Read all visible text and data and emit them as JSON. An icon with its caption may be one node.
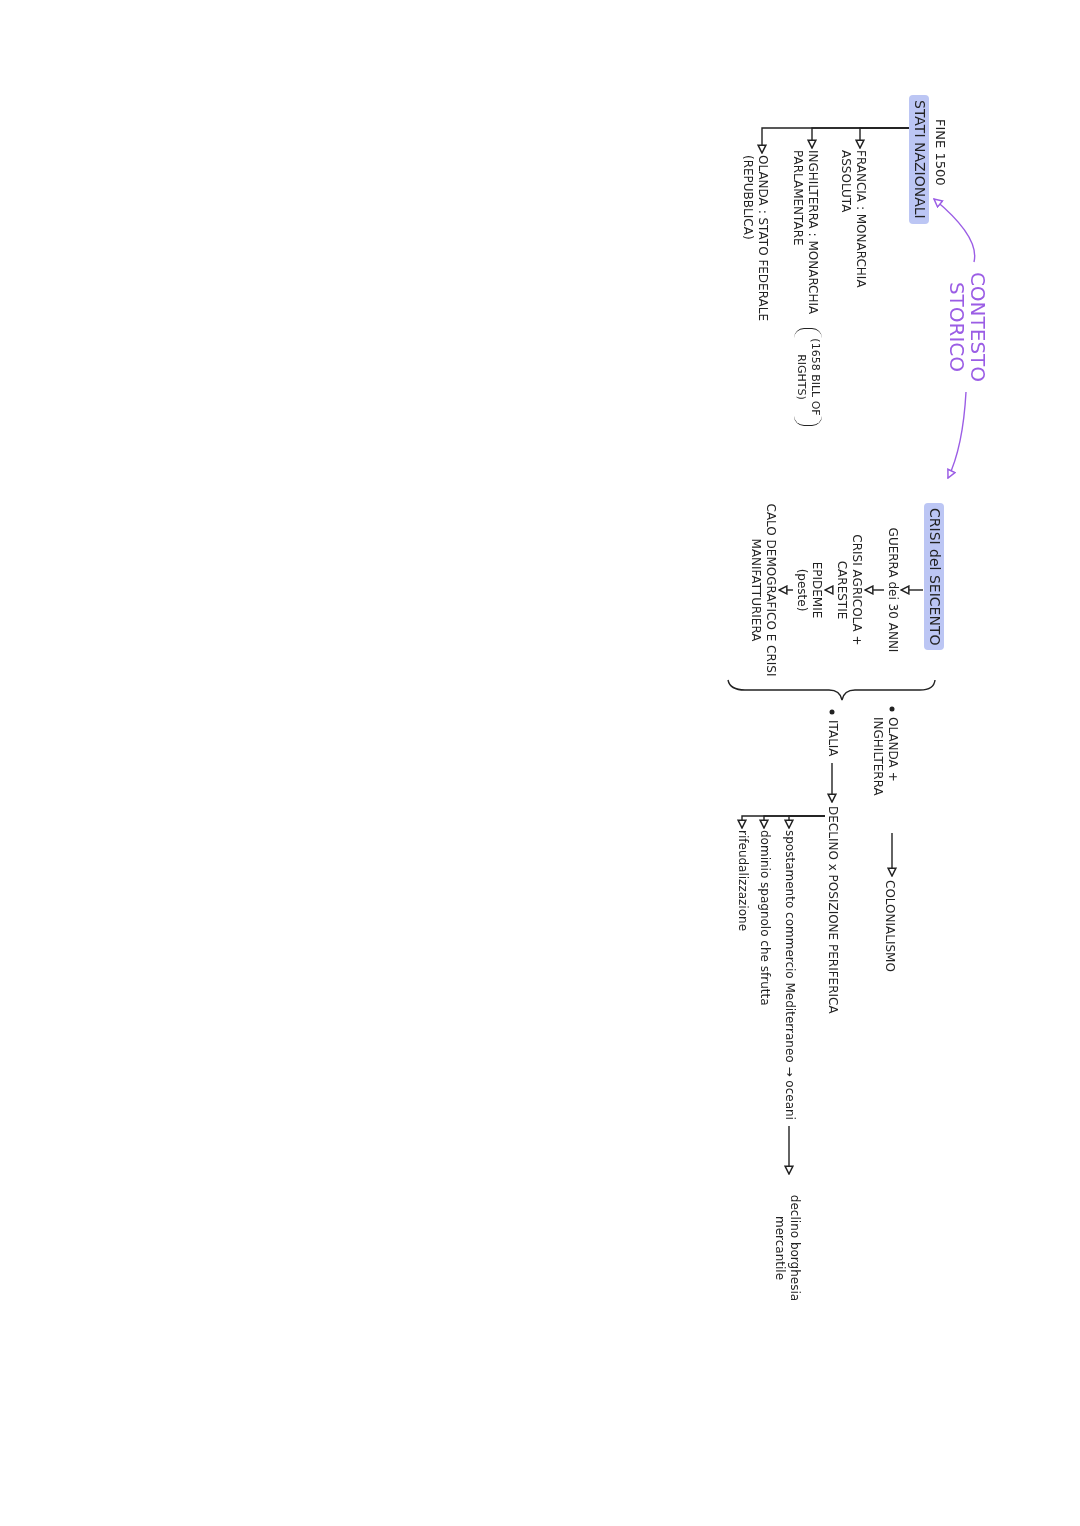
{
  "diagram": {
    "nodes": [
      {
        "text": [
          "CONTESTO STORICO"
        ]
      },
      {
        "text": [
          "FINE 1500",
          "STATI NAZIONALI"
        ]
      },
      {
        "text": [
          "FRANCIA : MONARCHIA ASSOLUTA"
        ]
      },
      {
        "text": [
          "INGHILTERRA : MONARCHIA PARLAMENTARE"
        ],
        "beside": [
          "(1658 BILL OF RIGHTS)"
        ]
      },
      {
        "text": [
          "OLANDA : STATO FEDERALE (REPUBBLICA)"
        ]
      },
      {
        "text": [
          "CRISI del SEICENTO"
        ]
      },
      {
        "text": [
          "GUERRA dei 30 ANNI"
        ]
      },
      {
        "text": [
          "CRISI AGRICOLA + CARESTIE"
        ]
      },
      {
        "text": [
          "EPIDEMIE (peste)"
        ]
      },
      {
        "text": [
          "CALO DEMOGRAFICO E CRISI MANIFATTURIERA"
        ]
      },
      {
        "text": [
          "OLANDA + INGHILTERRA"
        ]
      },
      {
        "text": [
          "COLONIALISMO"
        ]
      },
      {
        "text": [
          "ITALIA"
        ]
      },
      {
        "text": [
          "DECLINO x POSIZIONE PERIFERICA"
        ]
      },
      {
        "text": [
          "spostamento commercio Mediterraneo → oceani"
        ]
      },
      {
        "text": [
          "declino borghesia mercantile"
        ]
      },
      {
        "text": [
          "dominio spagnolo che sfrutta"
        ]
      },
      {
        "text": [
          "rifeudalizzazione"
        ]
      }
    ],
    "edges": [
      {
        "from": 0,
        "to": 1,
        "arrow": "to",
        "color": "#9b5de5"
      },
      {
        "from": 0,
        "to": 5,
        "arrow": "to",
        "color": "#9b5de5"
      },
      {
        "from": 1,
        "to": 2,
        "arrow": "to"
      },
      {
        "from": 1,
        "to": 3,
        "arrow": "to"
      },
      {
        "from": 1,
        "to": 4,
        "arrow": "to"
      },
      {
        "from": 5,
        "to": 6,
        "arrow": "to"
      },
      {
        "from": 6,
        "to": 7,
        "arrow": "to"
      },
      {
        "from": 7,
        "to": 8,
        "arrow": "to"
      },
      {
        "from": 8,
        "to": 9,
        "arrow": "to"
      },
      {
        "from": 10,
        "to": 11,
        "arrow": "to"
      },
      {
        "from": 12,
        "to": 13,
        "arrow": "to"
      },
      {
        "from": 13,
        "to": 14,
        "arrow": "to"
      },
      {
        "from": 13,
        "to": 16,
        "arrow": "to"
      },
      {
        "from": 13,
        "to": 17,
        "arrow": "to"
      },
      {
        "from": 14,
        "to": 15,
        "arrow": "to"
      }
    ]
  }
}
